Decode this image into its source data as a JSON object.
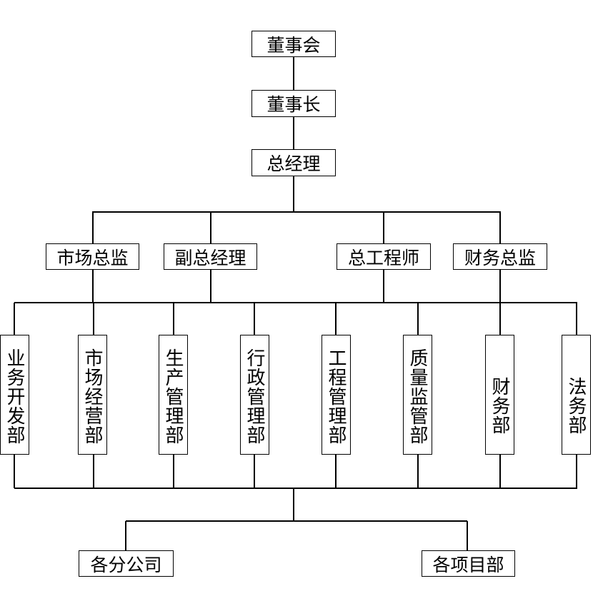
{
  "top": [
    "董事会",
    "董事长",
    "总经理"
  ],
  "directors": [
    "市场总监",
    "副总经理",
    "总工程师",
    "财务总监"
  ],
  "departments": [
    "业务开发部",
    "市场经营部",
    "生产管理部",
    "行政管理部",
    "工程管理部",
    "质量监管部",
    "财务部",
    "法务部"
  ],
  "bottom": [
    "各分公司",
    "各项目部"
  ]
}
